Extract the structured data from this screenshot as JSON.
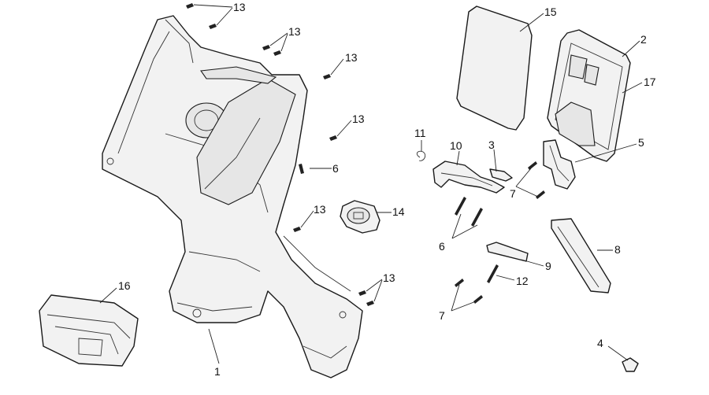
{
  "diagram": {
    "callouts": [
      {
        "id": "c13a",
        "label": "13"
      },
      {
        "id": "c13b",
        "label": "13"
      },
      {
        "id": "c13c",
        "label": "13"
      },
      {
        "id": "c13d",
        "label": "13"
      },
      {
        "id": "c13e",
        "label": "13"
      },
      {
        "id": "c13f",
        "label": "13"
      },
      {
        "id": "c15",
        "label": "15"
      },
      {
        "id": "c2",
        "label": "2"
      },
      {
        "id": "c17",
        "label": "17"
      },
      {
        "id": "c11",
        "label": "11"
      },
      {
        "id": "c10",
        "label": "10"
      },
      {
        "id": "c3",
        "label": "3"
      },
      {
        "id": "c5",
        "label": "5"
      },
      {
        "id": "c6a",
        "label": "6"
      },
      {
        "id": "c6b",
        "label": "6"
      },
      {
        "id": "c7a",
        "label": "7"
      },
      {
        "id": "c7b",
        "label": "7"
      },
      {
        "id": "c14",
        "label": "14"
      },
      {
        "id": "c8",
        "label": "8"
      },
      {
        "id": "c9",
        "label": "9"
      },
      {
        "id": "c12",
        "label": "12"
      },
      {
        "id": "c16",
        "label": "16"
      },
      {
        "id": "c1",
        "label": "1"
      },
      {
        "id": "c4",
        "label": "4"
      }
    ]
  }
}
